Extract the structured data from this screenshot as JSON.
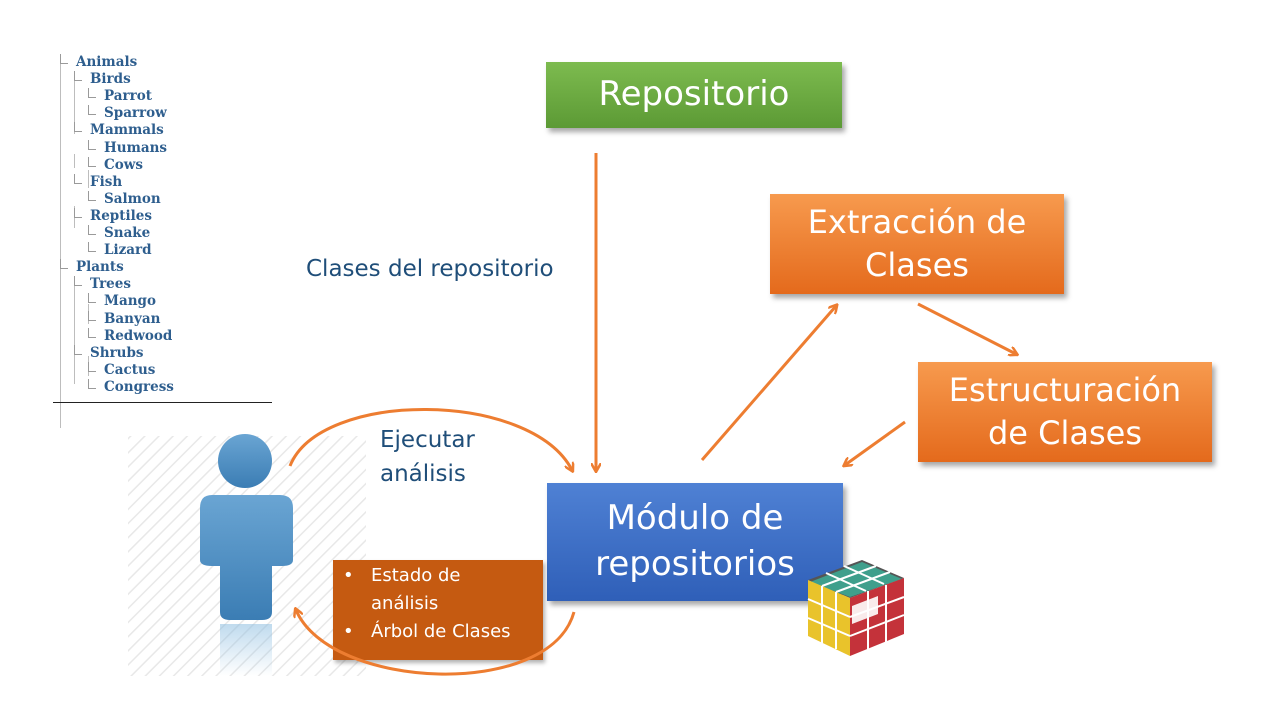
{
  "tree": {
    "nodes": [
      {
        "label": "Animals",
        "depth": 0
      },
      {
        "label": "Birds",
        "depth": 1
      },
      {
        "label": "Parrot",
        "depth": 2
      },
      {
        "label": "Sparrow",
        "depth": 2
      },
      {
        "label": "Mammals",
        "depth": 1
      },
      {
        "label": "Humans",
        "depth": 2
      },
      {
        "label": "Cows",
        "depth": 2
      },
      {
        "label": "Fish",
        "depth": 1
      },
      {
        "label": "Salmon",
        "depth": 2
      },
      {
        "label": "Reptiles",
        "depth": 1
      },
      {
        "label": "Snake",
        "depth": 2
      },
      {
        "label": "Lizard",
        "depth": 2
      },
      {
        "label": "Plants",
        "depth": 0
      },
      {
        "label": "Trees",
        "depth": 1
      },
      {
        "label": "Mango",
        "depth": 2
      },
      {
        "label": "Banyan",
        "depth": 2
      },
      {
        "label": "Redwood",
        "depth": 2
      },
      {
        "label": "Shrubs",
        "depth": 1
      },
      {
        "label": "Cactus",
        "depth": 2
      },
      {
        "label": "Congress",
        "depth": 2
      }
    ]
  },
  "boxes": {
    "repositorio": "Repositorio",
    "extraccion": [
      "Extracción de",
      "Clases"
    ],
    "estructuracion": [
      "Estructuración",
      "de Clases"
    ],
    "modulo": [
      "Módulo de",
      "repositorios"
    ]
  },
  "labels": {
    "clases_del_repositorio": "Clases del repositorio",
    "ejecutar_analisis": [
      "Ejecutar",
      "análisis"
    ]
  },
  "status_list": {
    "bullet": "•",
    "items": [
      [
        "Estado de",
        "análisis"
      ],
      [
        "Árbol de Clases"
      ]
    ]
  },
  "colors": {
    "repositorio_box": "#6aa841",
    "orange_box": "#ed7d31",
    "modulo_box": "#3f6fc6",
    "status_box": "#c55a11",
    "arrow": "#ed7d31",
    "label_text": "#1f4e79",
    "tree_text": "#2e5e8e"
  },
  "icons": [
    "user-silhouette-icon",
    "rubiks-cube-icon"
  ]
}
